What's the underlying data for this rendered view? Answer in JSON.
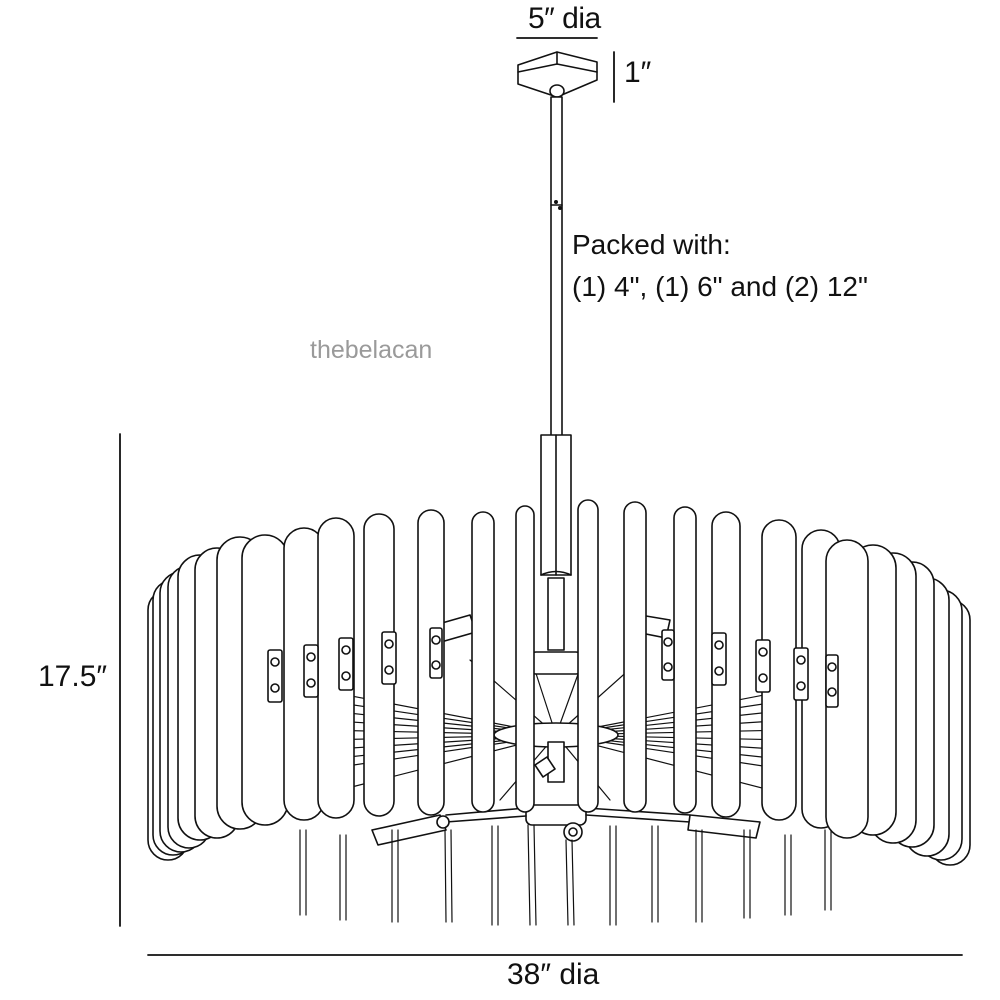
{
  "dimensions": {
    "canopy_diameter": "5″ dia",
    "canopy_height": "1″",
    "overall_height": "17.5″",
    "overall_diameter": "38″ dia"
  },
  "notes": {
    "packed_line1": "Packed with:",
    "packed_line2": "(1) 4\", (1) 6\" and (2) 12\""
  },
  "watermark": "thebelacan",
  "colors": {
    "line": "#111111",
    "watermark": "#9a9a9a",
    "background": "#ffffff"
  }
}
